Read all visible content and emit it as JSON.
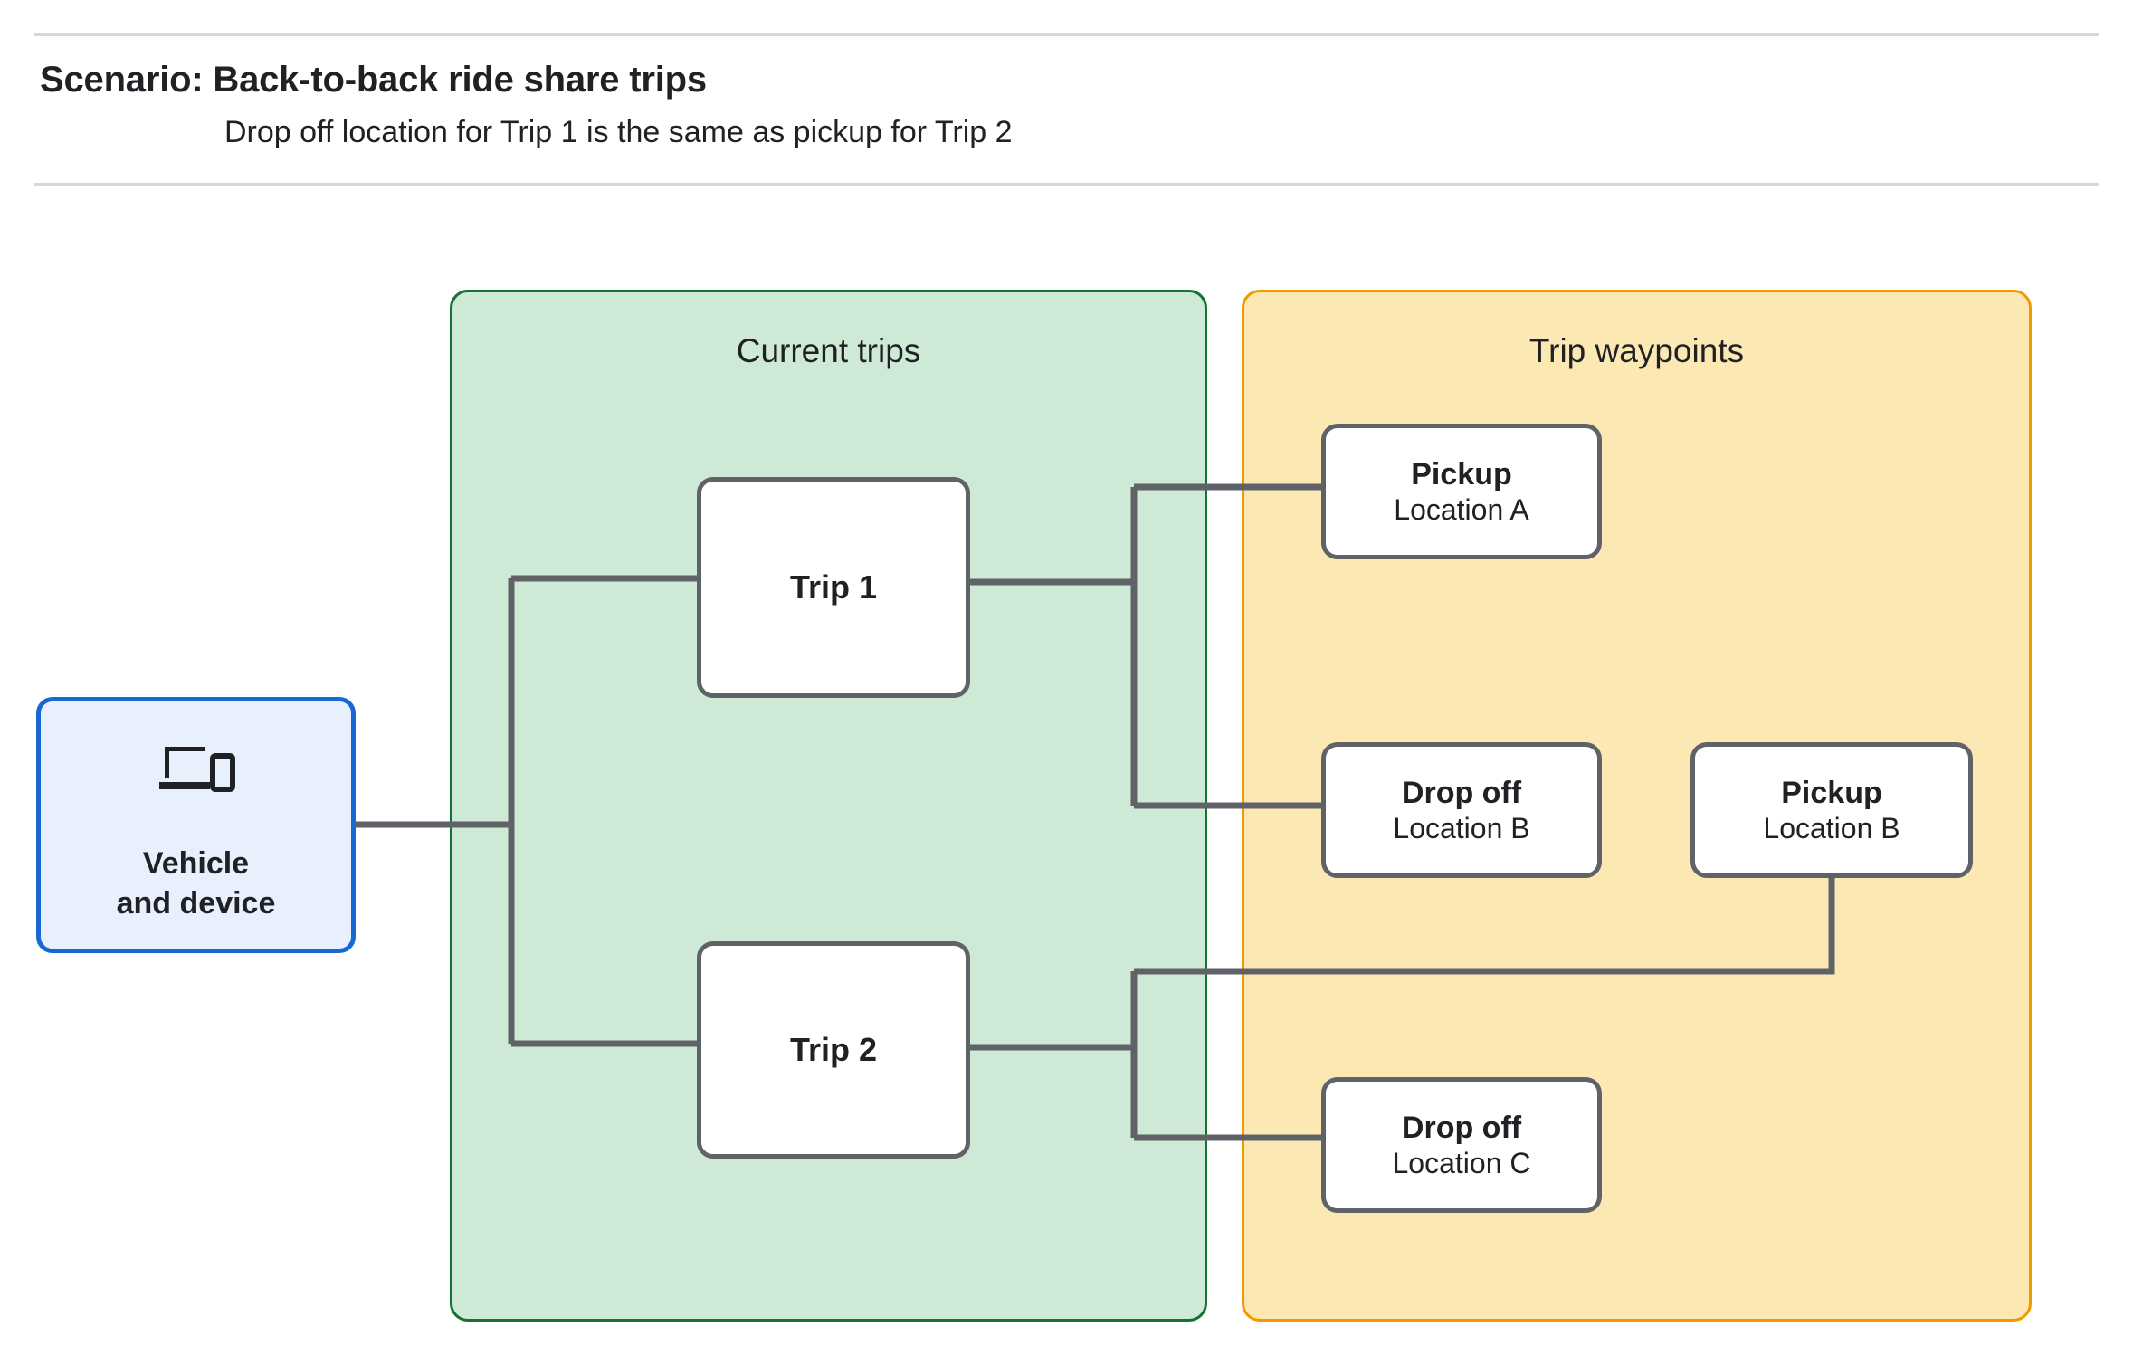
{
  "header": {
    "title": "Scenario: Back-to-back ride share trips",
    "subtitle": "Drop off  location for Trip 1 is the same as pickup for Trip 2"
  },
  "panels": {
    "current_trips": {
      "title": "Current trips",
      "fill": "#ceead6",
      "border": "#137333"
    },
    "trip_waypoints": {
      "title": "Trip waypoints",
      "fill": "#fce8b2",
      "border": "#f29900"
    }
  },
  "vehicle": {
    "label": "Vehicle\nand device",
    "icon": "laptop-and-phone-icon",
    "fill": "#e8f0fe",
    "border": "#1967d2"
  },
  "trips": [
    {
      "label": "Trip 1"
    },
    {
      "label": "Trip 2"
    }
  ],
  "waypoints": [
    {
      "type": "Pickup",
      "location": "Location A"
    },
    {
      "type": "Drop off",
      "location": "Location B"
    },
    {
      "type": "Pickup",
      "location": "Location B"
    },
    {
      "type": "Drop off",
      "location": "Location C"
    }
  ],
  "connector_color": "#5f6368",
  "node_border_color": "#5f6368",
  "rule_color": "#d5d7da"
}
